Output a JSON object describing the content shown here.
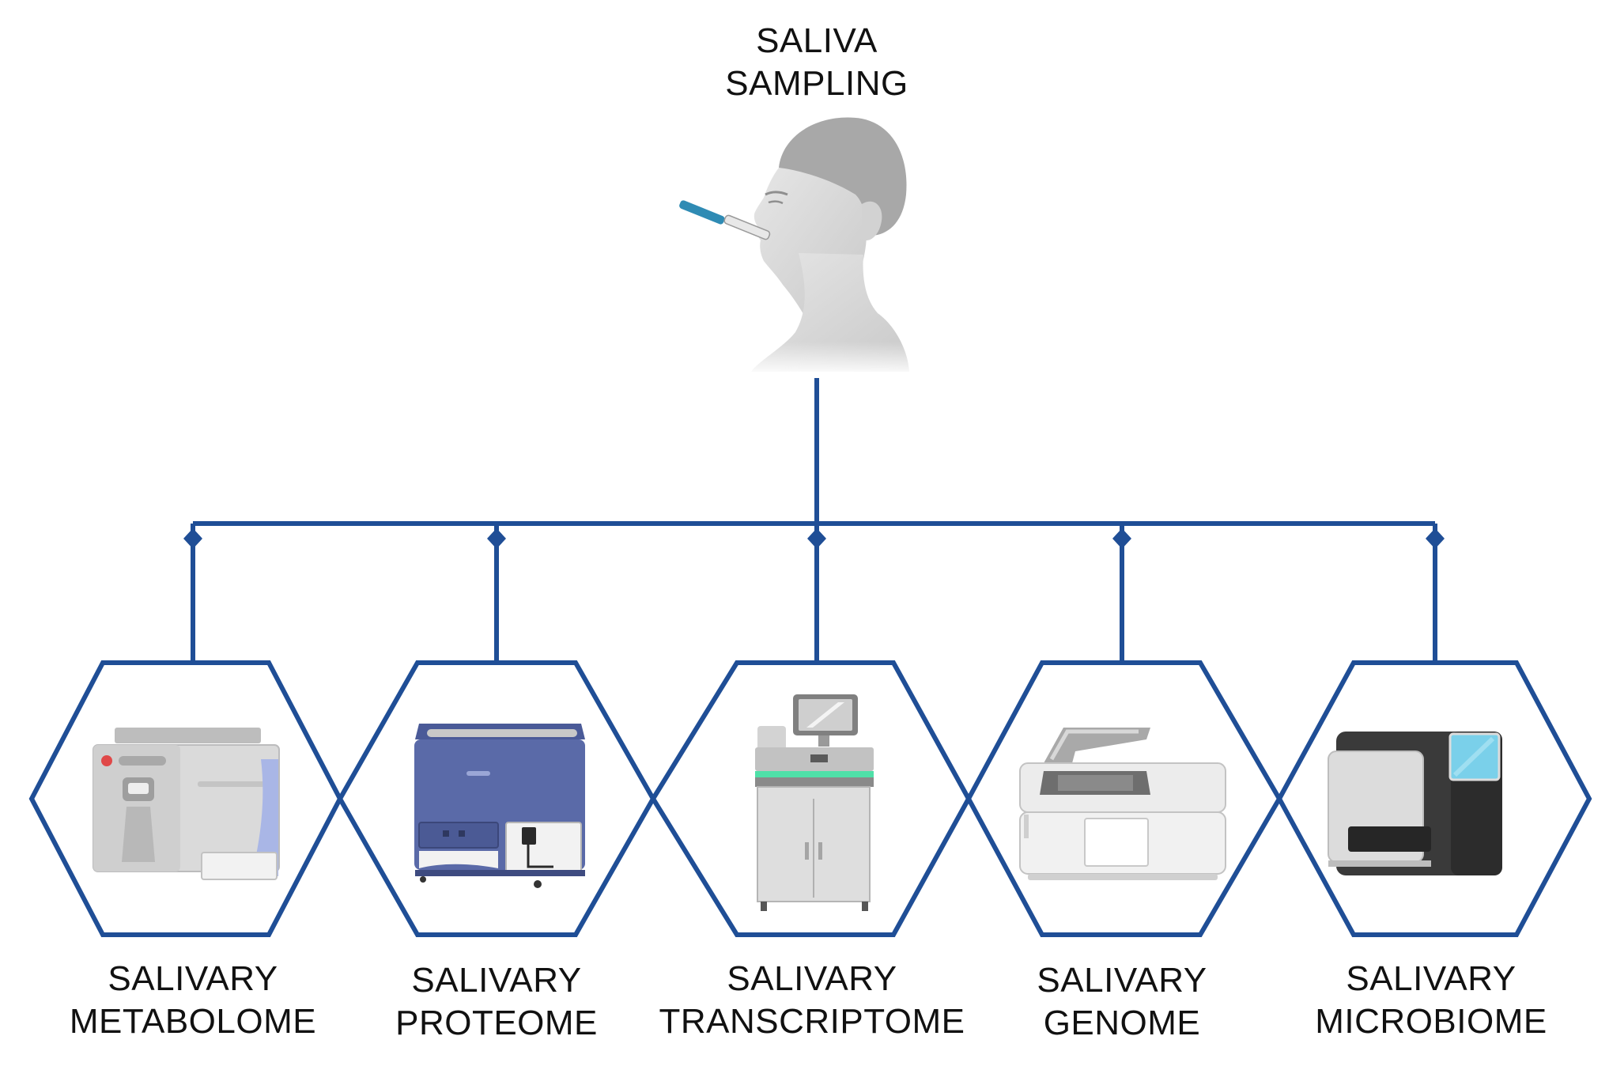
{
  "top": {
    "line1": "SALIVA",
    "line2": "SAMPLING",
    "illustration": "person-with-saliva-swab-icon"
  },
  "colors": {
    "connector": "#1f4e96",
    "hexagon_stroke": "#1f4e96",
    "text": "#111111",
    "background": "#ffffff"
  },
  "branches": [
    {
      "line1": "SALIVARY",
      "line2": "METABOLOME",
      "instrument": "mass-spectrometer-icon"
    },
    {
      "line1": "SALIVARY",
      "line2": "PROTEOME",
      "instrument": "protein-analyzer-icon"
    },
    {
      "line1": "SALIVARY",
      "line2": "TRANSCRIPTOME",
      "instrument": "sequencer-icon"
    },
    {
      "line1": "SALIVARY",
      "line2": "GENOME",
      "instrument": "pcr-thermocycler-icon"
    },
    {
      "line1": "SALIVARY",
      "line2": "MICROBIOME",
      "instrument": "benchtop-sequencer-icon"
    }
  ]
}
